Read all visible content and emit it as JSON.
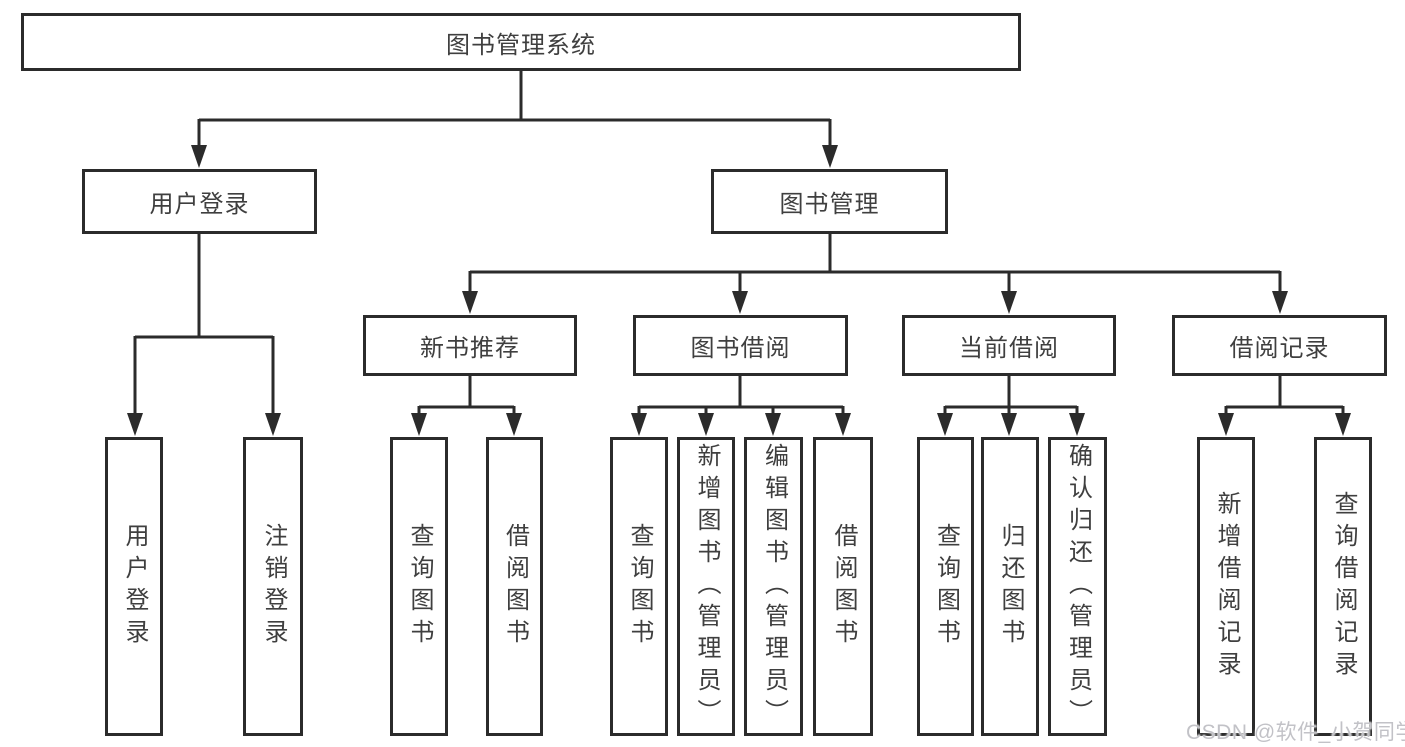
{
  "watermark": {
    "text": "CSDN @软件_小贺同学"
  },
  "colors": {
    "line": "#2b2b2b",
    "text": "#3f3f3f",
    "background": "#ffffff",
    "watermark": "#c2c2c7"
  },
  "tree": {
    "label": "图书管理系统",
    "children": [
      {
        "label": "用户登录",
        "children": [
          {
            "label": "用户登录"
          },
          {
            "label": "注销登录"
          }
        ]
      },
      {
        "label": "图书管理",
        "children": [
          {
            "label": "新书推荐",
            "children": [
              {
                "label": "查询图书"
              },
              {
                "label": "借阅图书"
              }
            ]
          },
          {
            "label": "图书借阅",
            "children": [
              {
                "label": "查询图书"
              },
              {
                "label": "新增图书（管理员）"
              },
              {
                "label": "编辑图书（管理员）"
              },
              {
                "label": "借阅图书"
              }
            ]
          },
          {
            "label": "当前借阅",
            "children": [
              {
                "label": "查询图书"
              },
              {
                "label": "归还图书"
              },
              {
                "label": "确认归还（管理员）"
              }
            ]
          },
          {
            "label": "借阅记录",
            "children": [
              {
                "label": "新增借阅记录"
              },
              {
                "label": "查询借阅记录"
              }
            ]
          }
        ]
      }
    ]
  }
}
